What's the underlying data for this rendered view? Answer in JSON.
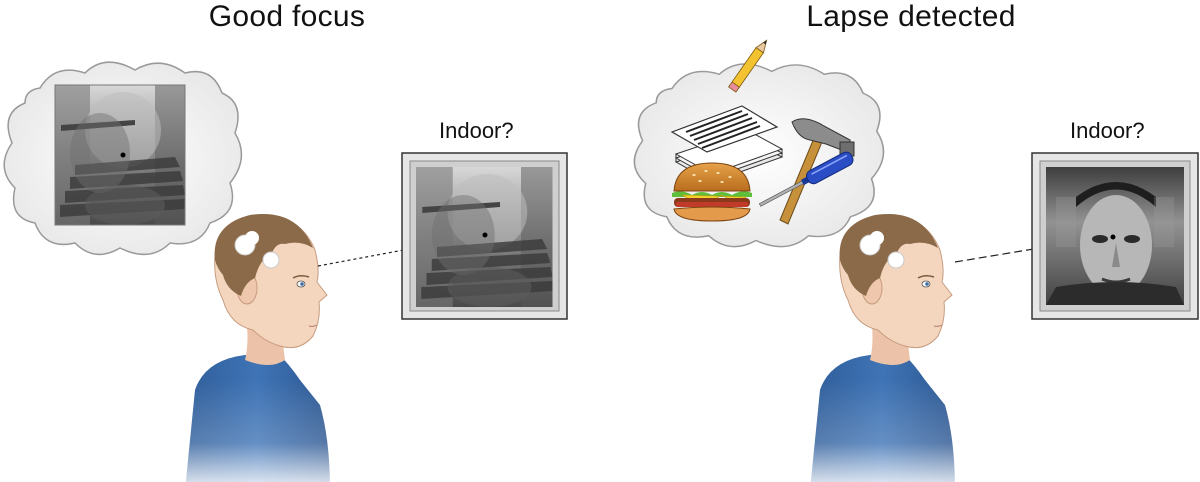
{
  "panels": [
    {
      "title": "Good focus",
      "question": "Indoor?"
    },
    {
      "title": "Lapse detected",
      "question": "Indoor?"
    }
  ],
  "colors": {
    "shirt": "#3a6aa8",
    "hair": "#8a6a48",
    "skin": "#f4d6bf",
    "cloud_stroke": "#9a9a9a",
    "cloud_fill": "#f2f2f2"
  },
  "icons": {
    "thought_items": [
      "document-pencil-icon",
      "hammer-icon",
      "hamburger-icon",
      "screwdriver-icon"
    ]
  }
}
